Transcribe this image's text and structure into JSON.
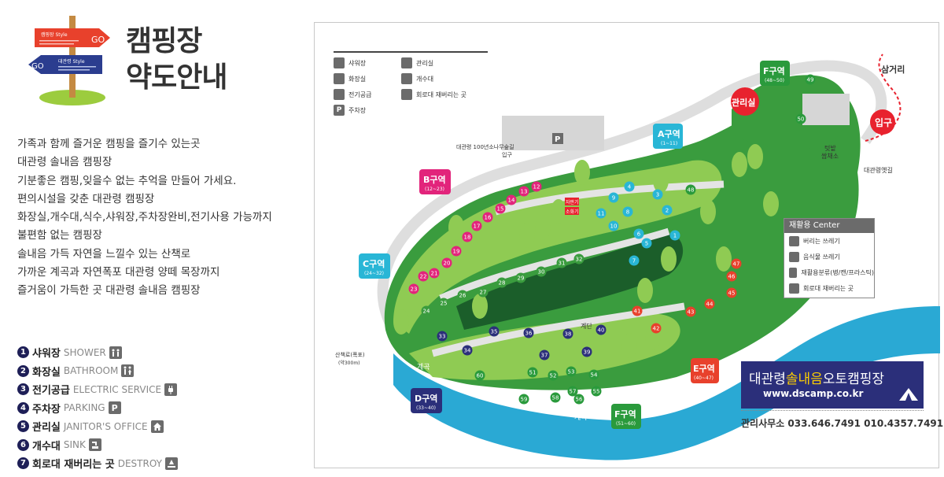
{
  "header": {
    "title_line1": "캠핑장",
    "title_line2": "약도안내",
    "sign_go_right": "GO",
    "sign_go_left": "GO",
    "sign_red_title": "캠핑장 Style",
    "sign_blue_title": "대관령 Style"
  },
  "intro": [
    "가족과 함께 즐거운 캠핑을 즐기수 있는곳",
    "대관령 솔내음 캠핑장",
    "기분좋은 캠핑,잊을수 없는 추억을 만들어 가세요.",
    "편의시설을 갖춘 대관령 캠핑장",
    "화장실,개수대,식수,샤워장,주차장완비,전기사용 가능까지",
    "불편함 없는 캠핑장",
    "솔내음 가득 자연을 느낄수 있는 산책로",
    "가까운 계곡과 자연폭포 대관령 양떼 목장까지",
    "즐거움이 가득한 곳 대관령 솔내음 캠핑장"
  ],
  "legend": [
    {
      "num": "1",
      "ko": "샤워장",
      "en": "SHOWER",
      "icon": "shower-icon"
    },
    {
      "num": "2",
      "ko": "화장실",
      "en": "BATHROOM",
      "icon": "restroom-icon"
    },
    {
      "num": "3",
      "ko": "전기공급",
      "en": "ELECTRIC SERVICE",
      "icon": "plug-icon"
    },
    {
      "num": "4",
      "ko": "주차장",
      "en": "PARKING",
      "icon": "parking-icon"
    },
    {
      "num": "5",
      "ko": "관리실",
      "en": "JANITOR'S OFFICE",
      "icon": "office-icon"
    },
    {
      "num": "6",
      "ko": "개수대",
      "en": "SINK",
      "icon": "sink-icon"
    },
    {
      "num": "7",
      "ko": "회로대 재버리는 곳",
      "en": "DESTROY",
      "icon": "campfire-icon"
    }
  ],
  "map_legend": {
    "shower": "샤워장",
    "restroom": "화장실",
    "electric": "전기공급",
    "parking": "주차장",
    "office": "관리실",
    "sink": "개수대",
    "fire": "회로대 재버리는 곳"
  },
  "zones": [
    {
      "name": "A구역",
      "range": "(1~11)",
      "color": "#29b6d6"
    },
    {
      "name": "B구역",
      "range": "(12~23)",
      "color": "#e2247b"
    },
    {
      "name": "C구역",
      "range": "(24~32)",
      "color": "#29b6d6"
    },
    {
      "name": "D구역",
      "range": "(33~40)",
      "color": "#2b2f7a"
    },
    {
      "name": "E구역",
      "range": "(40~47)",
      "color": "#e8412c"
    },
    {
      "name": "F구역",
      "range": "(51~60)",
      "color": "#2a9a3c"
    },
    {
      "name": "F구역",
      "range": "(48~50)",
      "color": "#2a9a3c"
    }
  ],
  "labels": {
    "samgeori": "삼거리",
    "entrance": "입구",
    "office": "관리실",
    "old_road": "대관령옛길",
    "forest_road": "대관령 100년소나무숲길",
    "forest_road2": "입구",
    "walkway": "산책로(폭포)",
    "walkway_dist": "(약300m)",
    "stairs": "계단",
    "valley1": "계곡",
    "valley2": "계곡",
    "valley3": "계곡",
    "wash": "텃밭",
    "wash2": "쌈채소",
    "extinguisher": "소화기",
    "water": "자판기",
    "parking": "P"
  },
  "recycle": {
    "title": "재활용 Center",
    "rows": [
      "버리는 쓰레기",
      "음식물 쓰레기",
      "재활용분류(병/캔/프라스틱)",
      "회로대 재버리는 곳"
    ]
  },
  "brand": {
    "name_pre": "대관령",
    "name_hl": "솔내음",
    "name_post": "오토캠핑장",
    "url": "www.dscamp.co.kr",
    "office": "관리사무소 033.646.7491 010.4357.7491"
  },
  "sites": {
    "A": [
      "1",
      "2",
      "3",
      "4",
      "5",
      "6",
      "7",
      "8",
      "9",
      "10",
      "11"
    ],
    "B": [
      "12",
      "13",
      "14",
      "15",
      "16",
      "17",
      "18",
      "19",
      "20",
      "21",
      "22",
      "23"
    ],
    "C": [
      "24",
      "25",
      "26",
      "27",
      "28",
      "29",
      "30",
      "31",
      "32"
    ],
    "D": [
      "33",
      "34",
      "35",
      "36",
      "37",
      "38",
      "39",
      "40"
    ],
    "E": [
      "41",
      "42",
      "43",
      "44",
      "45",
      "46",
      "47"
    ],
    "F": [
      "51",
      "52",
      "53",
      "54",
      "55",
      "56",
      "57",
      "58",
      "59",
      "60"
    ],
    "FF": [
      "48",
      "49",
      "50"
    ]
  },
  "colors": {
    "grass": "#3a9c3e",
    "grass_light": "#8fcb53",
    "dark_green": "#1b5e2a",
    "water": "#2aa9d4",
    "road": "#e4e4e4",
    "brand": "#2b2f7a",
    "red": "#e8222e"
  }
}
